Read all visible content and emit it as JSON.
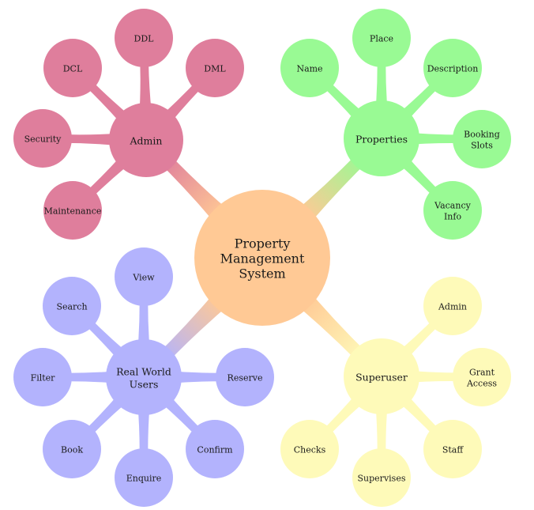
{
  "root": {
    "label": [
      "Property",
      "Management",
      "System"
    ],
    "color": "#FFC995"
  },
  "branches": [
    {
      "id": "admin",
      "label": [
        "Admin"
      ],
      "color": "#DF7E9C",
      "children": [
        {
          "id": "ddl",
          "label": [
            "DDL"
          ]
        },
        {
          "id": "dml",
          "label": [
            "DML"
          ]
        },
        {
          "id": "dcl",
          "label": [
            "DCL"
          ]
        },
        {
          "id": "security",
          "label": [
            "Security"
          ]
        },
        {
          "id": "maintenance",
          "label": [
            "Maintenance"
          ]
        }
      ]
    },
    {
      "id": "properties",
      "label": [
        "Properties"
      ],
      "color": "#99FA94",
      "children": [
        {
          "id": "place",
          "label": [
            "Place"
          ]
        },
        {
          "id": "name",
          "label": [
            "Name"
          ]
        },
        {
          "id": "description",
          "label": [
            "Description"
          ]
        },
        {
          "id": "booking-slots",
          "label": [
            "Booking",
            "Slots"
          ]
        },
        {
          "id": "vacancy-info",
          "label": [
            "Vacancy",
            "Info"
          ]
        }
      ]
    },
    {
      "id": "real-world-users",
      "label": [
        "Real World",
        "Users"
      ],
      "color": "#B3B3FD",
      "children": [
        {
          "id": "view",
          "label": [
            "View"
          ]
        },
        {
          "id": "search",
          "label": [
            "Search"
          ]
        },
        {
          "id": "filter",
          "label": [
            "Filter"
          ]
        },
        {
          "id": "reserve",
          "label": [
            "Reserve"
          ]
        },
        {
          "id": "book",
          "label": [
            "Book"
          ]
        },
        {
          "id": "confirm",
          "label": [
            "Confirm"
          ]
        },
        {
          "id": "enquire",
          "label": [
            "Enquire"
          ]
        }
      ]
    },
    {
      "id": "superuser",
      "label": [
        "Superuser"
      ],
      "color": "#FEFAB9",
      "children": [
        {
          "id": "admin-leaf",
          "label": [
            "Admin"
          ]
        },
        {
          "id": "grant-access",
          "label": [
            "Grant",
            "Access"
          ]
        },
        {
          "id": "staff",
          "label": [
            "Staff"
          ]
        },
        {
          "id": "supervises",
          "label": [
            "Supervises"
          ]
        },
        {
          "id": "checks",
          "label": [
            "Checks"
          ]
        }
      ]
    }
  ]
}
